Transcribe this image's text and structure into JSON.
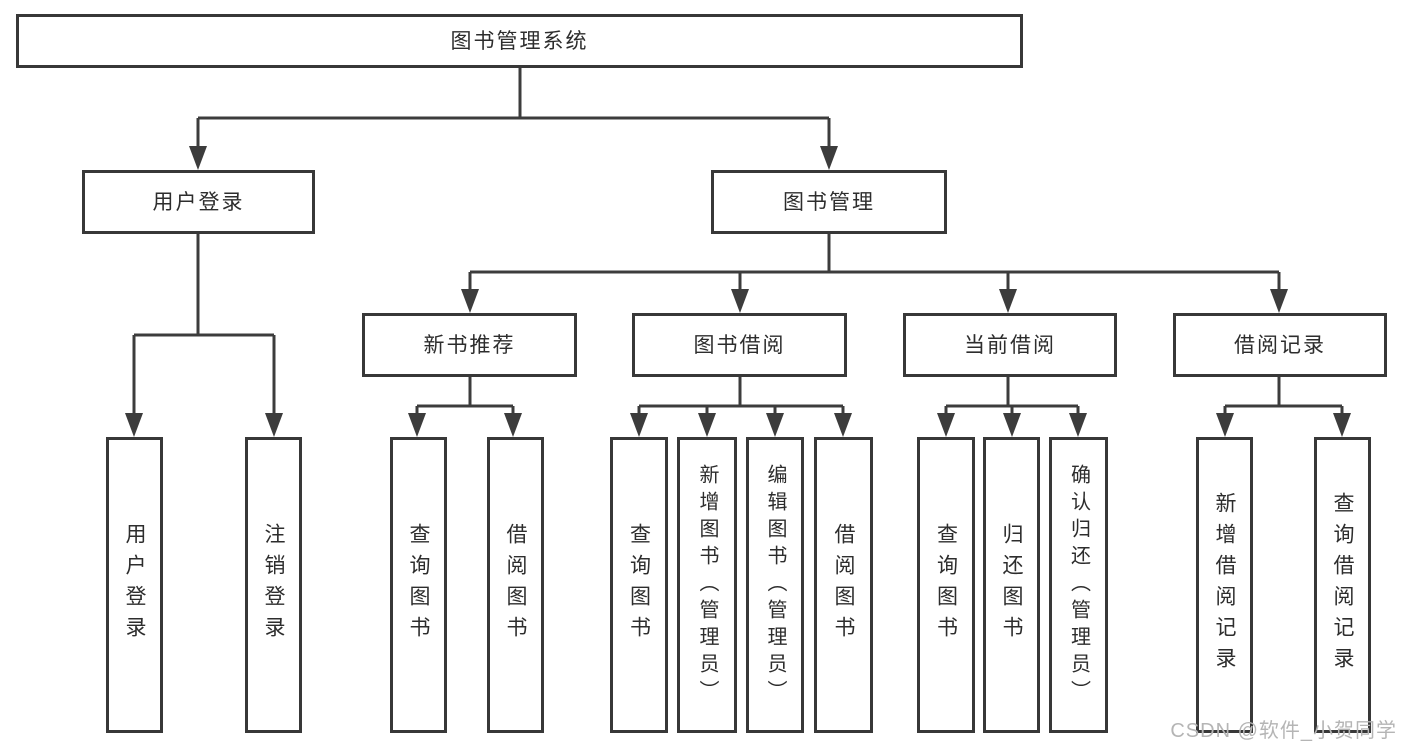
{
  "diagram": {
    "type": "hierarchy-tree",
    "orientation": "top-down",
    "colors": {
      "background": "#ffffff",
      "line": "#3c3c3c",
      "box_border": "#383838",
      "text": "#2d2d2d",
      "watermark": "#b5b5b5"
    },
    "tree": {
      "root": {
        "label": "图书管理系统"
      },
      "children": [
        {
          "label": "用户登录",
          "children": [
            {
              "label": "用户登录"
            },
            {
              "label": "注销登录"
            }
          ]
        },
        {
          "label": "图书管理",
          "children": [
            {
              "label": "新书推荐",
              "children": [
                {
                  "label": "查询图书"
                },
                {
                  "label": "借阅图书"
                }
              ]
            },
            {
              "label": "图书借阅",
              "children": [
                {
                  "label": "查询图书"
                },
                {
                  "label": "新增图书（管理员）"
                },
                {
                  "label": "编辑图书（管理员）"
                },
                {
                  "label": "借阅图书"
                }
              ]
            },
            {
              "label": "当前借阅",
              "children": [
                {
                  "label": "查询图书"
                },
                {
                  "label": "归还图书"
                },
                {
                  "label": "确认归还（管理员）"
                }
              ]
            },
            {
              "label": "借阅记录",
              "children": [
                {
                  "label": "新增借阅记录"
                },
                {
                  "label": "查询借阅记录"
                }
              ]
            }
          ]
        }
      ]
    },
    "watermark": {
      "text": "CSDN @软件_小贺同学"
    }
  }
}
